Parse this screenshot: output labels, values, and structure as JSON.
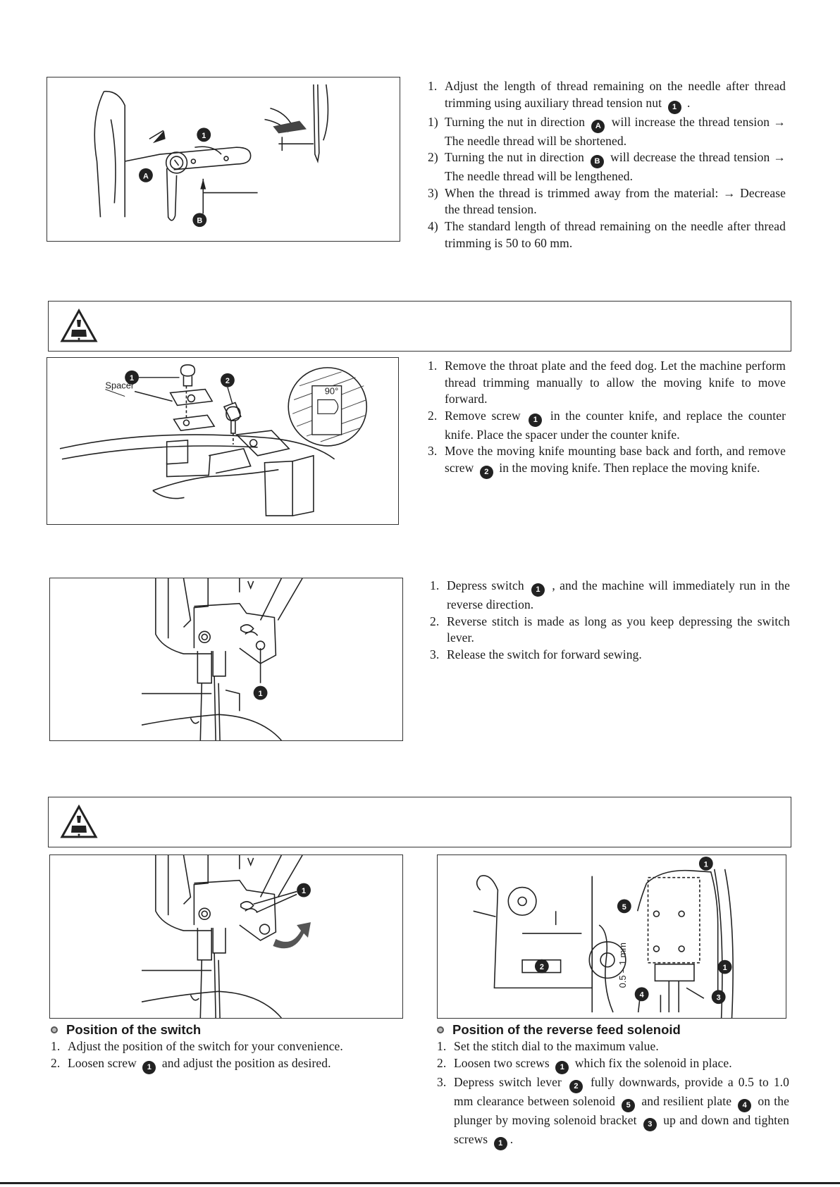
{
  "section1": {
    "items": [
      {
        "num": "1.",
        "parts": [
          "Adjust the length of thread remaining on the needle after thread trimming using auxiliary thread tension nut ",
          {
            "c": "1"
          },
          " ."
        ]
      },
      {
        "num": "1)",
        "parts": [
          "Turning the nut in direction ",
          {
            "c": "A"
          },
          " will increase the thread tension → The needle thread will be shortened."
        ]
      },
      {
        "num": "2)",
        "parts": [
          "Turning the nut in direction ",
          {
            "c": "B"
          },
          " will decrease the thread tension → The needle thread will be lengthened."
        ]
      },
      {
        "num": "3)",
        "parts": [
          "When the thread is trimmed away from the material: → Decrease the thread tension."
        ]
      },
      {
        "num": "4)",
        "parts": [
          "The standard length of thread remaining on the needle after thread trimming is 50 to 60 mm."
        ]
      }
    ],
    "figure_labels": {
      "nut": "1",
      "dir_a": "A",
      "dir_b": "B"
    }
  },
  "section2": {
    "items": [
      {
        "num": "1.",
        "parts": [
          "Remove the throat plate and the feed dog. Let the machine perform thread trimming manually to allow the moving knife to move forward."
        ]
      },
      {
        "num": "2.",
        "parts": [
          "Remove screw ",
          {
            "c": "1"
          },
          " in the counter knife, and replace the counter knife. Place the spacer under the counter knife."
        ]
      },
      {
        "num": "3.",
        "parts": [
          "Move the moving knife mounting base back and forth, and remove screw ",
          {
            "c": "2"
          },
          " in the moving knife. Then replace the moving knife."
        ]
      }
    ],
    "figure_labels": {
      "screw1": "1",
      "screw2": "2",
      "spacer": "Spacer",
      "angle": "90°"
    }
  },
  "section3": {
    "items": [
      {
        "num": "1.",
        "parts": [
          "Depress switch ",
          {
            "c": "1"
          },
          " , and the machine will immediately run in the reverse direction."
        ]
      },
      {
        "num": "2.",
        "parts": [
          "Reverse stitch is made as long as you keep depressing the switch lever."
        ]
      },
      {
        "num": "3.",
        "parts": [
          "Release the switch for forward sewing."
        ]
      }
    ],
    "figure_labels": {
      "switch": "1"
    }
  },
  "section4": {
    "switch_heading": "Position of the switch",
    "switch_items": [
      {
        "num": "1.",
        "parts": [
          "Adjust the position of the switch for your convenience."
        ]
      },
      {
        "num": "2.",
        "parts": [
          "Loosen screw ",
          {
            "c": "1"
          },
          " and adjust the position as desired."
        ]
      }
    ],
    "solenoid_heading": "Position of the reverse feed solenoid",
    "solenoid_items": [
      {
        "num": "1.",
        "parts": [
          "Set the stitch dial to the maximum value."
        ]
      },
      {
        "num": "2.",
        "parts": [
          "Loosen two screws ",
          {
            "c": "1"
          },
          " which fix the solenoid in place."
        ]
      },
      {
        "num": "3.",
        "parts": [
          "Depress switch lever ",
          {
            "c": "2"
          },
          " fully downwards, provide a 0.5 to 1.0 mm clearance between solenoid ",
          {
            "c": "5"
          },
          " and resilient plate ",
          {
            "c": "4"
          },
          " on the plunger by moving solenoid bracket ",
          {
            "c": "3"
          },
          " up and down and tighten screws ",
          {
            "c": "1"
          },
          "."
        ]
      }
    ],
    "switch_fig_labels": {
      "screw": "1"
    },
    "solenoid_fig_labels": {
      "s1": "1",
      "s2": "2",
      "s3": "3",
      "s4": "4",
      "s5": "5",
      "clearance": "0.5 – 1 mm"
    }
  }
}
